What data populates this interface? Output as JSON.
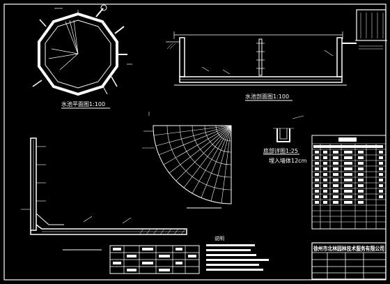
{
  "drawing": {
    "plan_title": "水池平面图1:100",
    "section_title": "水池剖面图1:100",
    "pipe_detail_title": "底部详图1:25",
    "pipe_detail_note": "埋入墙体12cm",
    "company_name": "徐州市北林园林技术服务有限公司",
    "notes_heading": "说明",
    "colors": {
      "background": "#000000",
      "line": "#ffffff"
    }
  }
}
